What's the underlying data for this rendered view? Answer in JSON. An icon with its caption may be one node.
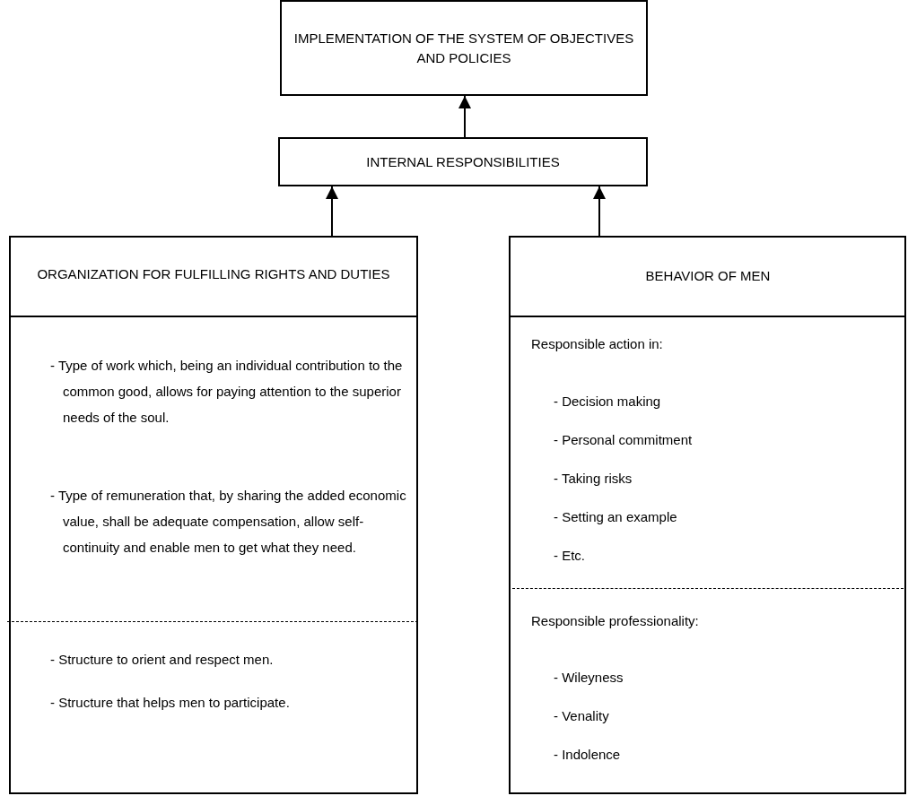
{
  "diagram": {
    "nodes": [
      {
        "text": [
          "IMPLEMENTATION OF THE SYSTEM OF OBJECTIVES AND POLICIES"
        ]
      },
      {
        "text": [
          "INTERNAL RESPONSIBILITIES"
        ]
      },
      {
        "text": [
          "ORGANIZATION FOR FULFILLING RIGHTS AND DUTIES",
          "- Type of work which, being an individual contribution to the common good, allows for paying attention to the superior needs of the soul.",
          "- Type of remuneration that, by sharing the added economic value, shall be adequate compensation, allow self-continuity and enable men to get what they need.",
          "- Structure to orient and respect men.",
          "- Structure that helps men to participate."
        ]
      },
      {
        "text": [
          "BEHAVIOR OF MEN",
          "Responsible action in:",
          "- Decision making",
          "- Personal commitment",
          "- Taking risks",
          "- Setting an example",
          "- Etc.",
          "Responsible professionality:",
          "- Wileyness",
          "- Venality",
          "- Indolence"
        ]
      }
    ],
    "edges": [
      {
        "from": 1,
        "to": 0,
        "arrow": "to"
      },
      {
        "from": 2,
        "to": 1,
        "arrow": "to"
      },
      {
        "from": 3,
        "to": 1,
        "arrow": "to"
      }
    ]
  }
}
